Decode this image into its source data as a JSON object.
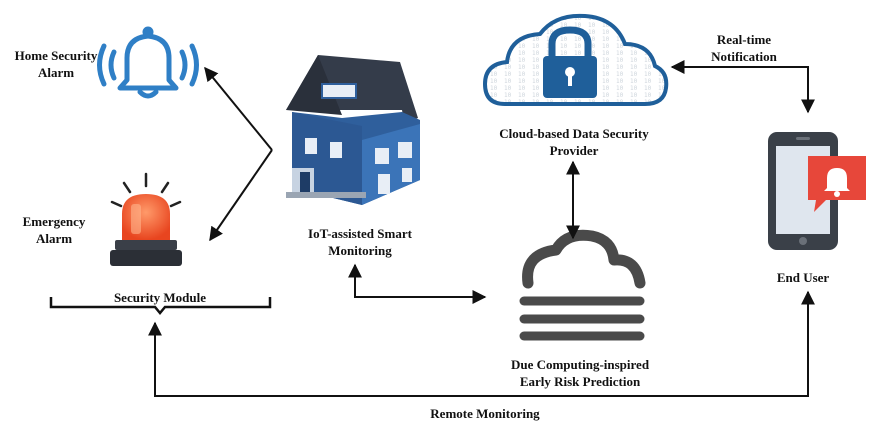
{
  "labels": {
    "home_alarm": [
      "Home Security",
      "Alarm"
    ],
    "emergency_alarm": [
      "Emergency",
      "Alarm"
    ],
    "security_module": "Security Module",
    "iot_monitoring": [
      "IoT-assisted Smart",
      "Monitoring"
    ],
    "cloud_provider": [
      "Cloud-based Data Security",
      "Provider"
    ],
    "realtime": [
      "Real-time",
      "Notification"
    ],
    "end_user": "End User",
    "fog_prediction": [
      "Due Computing-inspired",
      "Early Risk Prediction"
    ],
    "remote_monitoring": "Remote Monitoring"
  },
  "icons": {
    "home_alarm": "bell-icon",
    "emergency_alarm": "siren-icon",
    "iot_monitoring": "smart-house-icon",
    "cloud_provider": "cloud-lock-icon",
    "end_user": "smartphone-notification-icon",
    "fog_prediction": "fog-cloud-icon"
  },
  "colors": {
    "bell": "#2f7fc6",
    "siren": "#e8451f",
    "house": "#2f5f9c",
    "roof": "#343c4a",
    "cloud_lock": "#1f5f9a",
    "phone": "#3a4048",
    "notification": "#e7473a",
    "fog": "#4a4a4a",
    "arrows": "#111111"
  }
}
